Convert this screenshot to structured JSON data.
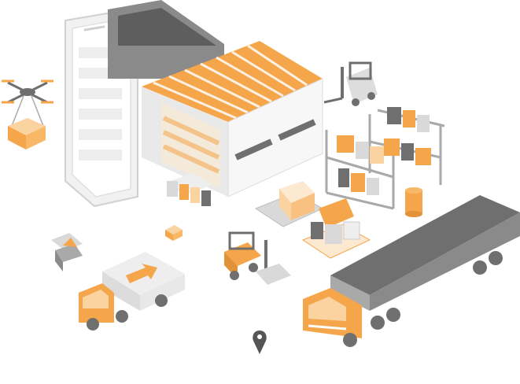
{
  "illustration": {
    "colors": {
      "orange": "#f5a54a",
      "orange_light": "#fbd3a1",
      "orange_pale": "#fde9d0",
      "gray_dark": "#6f6f6f",
      "gray_mid": "#a9a9a9",
      "gray_light": "#d9d9d9",
      "gray_pale": "#eeeeee",
      "white": "#ffffff"
    },
    "objects": [
      "smartphone",
      "warehouse",
      "drone",
      "forklift",
      "storage-rack",
      "pallet",
      "delivery-van",
      "semi-truck",
      "location-pin",
      "open-box"
    ]
  }
}
